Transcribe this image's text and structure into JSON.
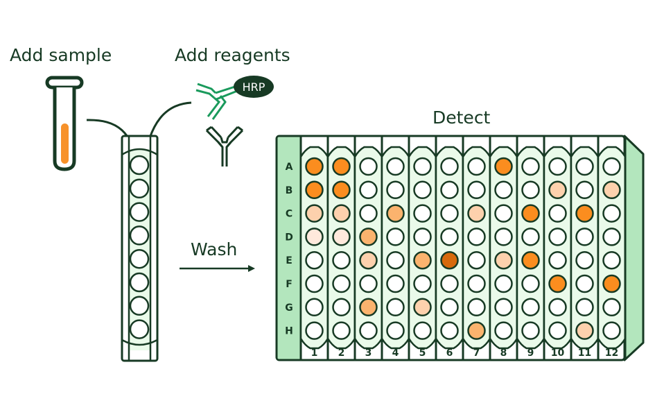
{
  "steps": {
    "add_sample": "Add sample",
    "add_reagents": "Add reagents",
    "wash": "Wash",
    "detect": "Detect"
  },
  "reagent_label": "HRP",
  "colors": {
    "outline": "#173a24",
    "plate_green": "#b3e6bd",
    "well_bg": "#eafaea",
    "antibody_green": "#1a9a5c",
    "sample_orange": "#f7922a",
    "intensity": [
      "#ffffff",
      "#ffe9dc",
      "#fdd1ad",
      "#fbb36e",
      "#fb8d1f",
      "#d7690c"
    ]
  },
  "plate": {
    "rows": [
      "A",
      "B",
      "C",
      "D",
      "E",
      "F",
      "G",
      "H"
    ],
    "columns": [
      "1",
      "2",
      "3",
      "4",
      "5",
      "6",
      "7",
      "8",
      "9",
      "10",
      "11",
      "12"
    ],
    "wells": [
      [
        4,
        4,
        0,
        0,
        0,
        0,
        0,
        4,
        0,
        0,
        0,
        0
      ],
      [
        4,
        4,
        0,
        0,
        0,
        0,
        0,
        0,
        0,
        2,
        0,
        2
      ],
      [
        2,
        2,
        0,
        3,
        0,
        0,
        2,
        0,
        4,
        0,
        4,
        0
      ],
      [
        1,
        1,
        3,
        0,
        0,
        0,
        0,
        0,
        0,
        0,
        0,
        0
      ],
      [
        0,
        0,
        2,
        0,
        3,
        5,
        0,
        2,
        4,
        0,
        0,
        0
      ],
      [
        0,
        0,
        0,
        0,
        0,
        0,
        0,
        0,
        0,
        4,
        0,
        4
      ],
      [
        0,
        0,
        3,
        0,
        2,
        0,
        0,
        0,
        0,
        0,
        0,
        0
      ],
      [
        0,
        0,
        0,
        0,
        0,
        0,
        3,
        0,
        0,
        0,
        2,
        0
      ]
    ]
  },
  "strip": {
    "well_count": 8
  }
}
